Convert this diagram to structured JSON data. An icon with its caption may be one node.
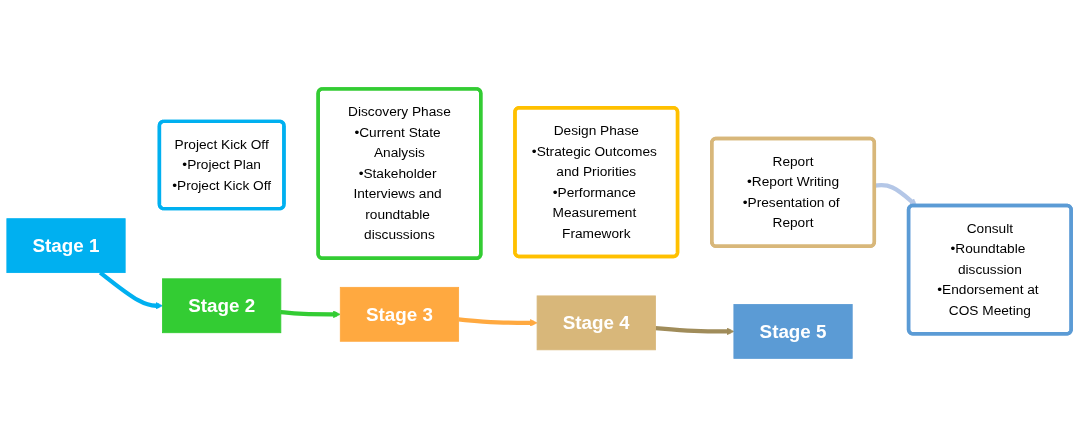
{
  "diagram": {
    "nodes": [
      {
        "text": [
          "Stage 1"
        ]
      },
      {
        "text": [
          "Stage 2"
        ]
      },
      {
        "text": [
          "Stage 3"
        ]
      },
      {
        "text": [
          "Stage 4"
        ]
      },
      {
        "text": [
          "Stage 5"
        ]
      },
      {
        "text": [
          "Project Kick Off",
          "•Project Plan",
          "•Project Kick Off"
        ]
      },
      {
        "text": [
          "Discovery Phase",
          "•Current State Analysis",
          "•Stakeholder Interviews and roundtable discussions"
        ]
      },
      {
        "text": [
          "Design Phase",
          "•Strategic Outcomes and Priorities",
          "•Performance Measurement Framework"
        ]
      },
      {
        "text": [
          "Report",
          "•Report Writing",
          "•Presentation of Report"
        ]
      },
      {
        "text": [
          "Consult",
          "•Roundtable discussion",
          "•Endorsement at COS Meeting"
        ]
      }
    ],
    "edges": [
      {
        "from": 0,
        "to": 1,
        "arrow": "to",
        "color": "#00b0f0"
      },
      {
        "from": 1,
        "to": 2,
        "arrow": "to",
        "color": "#33cc33"
      },
      {
        "from": 2,
        "to": 3,
        "arrow": "to",
        "color": "#ffa940"
      },
      {
        "from": 3,
        "to": 4,
        "arrow": "to",
        "color": "#a08c5a"
      },
      {
        "from": 8,
        "to": 9,
        "arrow": "to",
        "color": "#b4c7e7"
      }
    ]
  }
}
